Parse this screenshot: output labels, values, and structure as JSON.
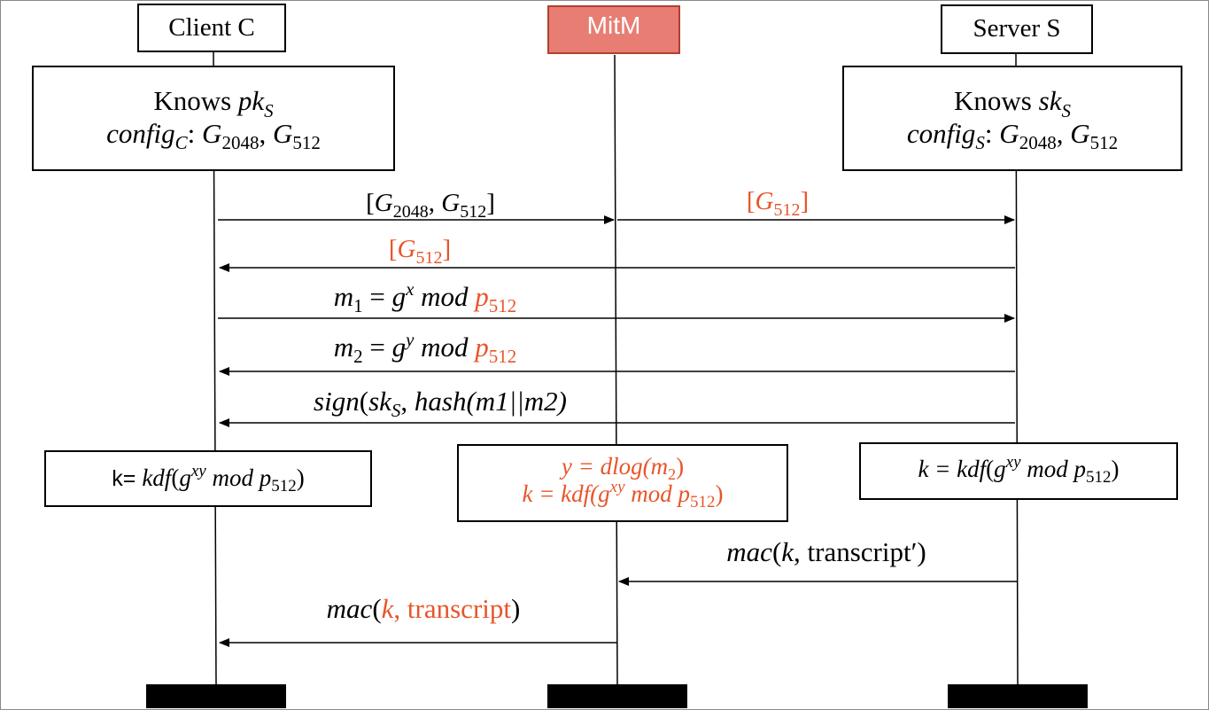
{
  "participants": {
    "client": {
      "label": "Client C"
    },
    "mitm": {
      "label": "MitM"
    },
    "server": {
      "label": "Server S"
    }
  },
  "client_box": {
    "line1_word": "Knows ",
    "line1_var": "pk",
    "line1_sub": "S",
    "line2_var": "config",
    "line2_sub": "C",
    "line2_colon": ": ",
    "g": "G",
    "g_sub_a": "2048",
    "comma": ", ",
    "g_sub_b": "512"
  },
  "server_box": {
    "line1_word": "Knows ",
    "line1_var": "sk",
    "line1_sub": "S",
    "line2_var": "config",
    "line2_sub": "S",
    "line2_colon": ": ",
    "g": "G",
    "g_sub_a": "2048",
    "comma": ", ",
    "g_sub_b": "512"
  },
  "messages": {
    "m1_open": "[",
    "m1_g": "G",
    "m1_sub_a": "2048",
    "m1_comma": ", ",
    "m1_sub_b": "512",
    "m1_close": "]",
    "m2_open": "[",
    "m2_g": "G",
    "m2_sub": "512",
    "m2_close": "]",
    "m3_open": "[",
    "m3_g": "G",
    "m3_sub": "512",
    "m3_close": "]",
    "m4_m": "m",
    "m4_m_sub": "1",
    "m4_eq": " = ",
    "m4_g": "g",
    "m4_exp": "x",
    "m4_mod": " mod ",
    "m4_p": "p",
    "m4_p_sub": "512",
    "m5_m": "m",
    "m5_m_sub": "2",
    "m5_eq": " = ",
    "m5_g": "g",
    "m5_exp": "y",
    "m5_mod": " mod ",
    "m5_p": "p",
    "m5_p_sub": "512",
    "m6_sign": "sign",
    "m6_open": "(",
    "m6_sk": "sk",
    "m6_sk_sub": "S",
    "m6_comma": ", ",
    "m6_hash": "hash",
    "m6_args": "(m1||m2)",
    "m7_mac": "mac",
    "m7_open": "(",
    "m7_k": "k",
    "m7_comma": ", ",
    "m7_transcript": "transcript′",
    "m7_close": ")",
    "m8_mac": "mac",
    "m8_open": "(",
    "m8_k": "k",
    "m8_comma": ", ",
    "m8_transcript": "transcript",
    "m8_close": ")"
  },
  "client_key": {
    "prefix": "k= ",
    "kdf": "kdf",
    "open": "(",
    "g": "g",
    "exp": "xy",
    "mod": " mod ",
    "p": "p",
    "p_sub": "512",
    "close": ")"
  },
  "mitm_key": {
    "line1_y": "y = dlog(m",
    "line1_sub": "2",
    "line1_close": ")",
    "line2_prefix": "k = kdf(",
    "g": "g",
    "exp": "xy",
    "mod": " mod ",
    "p": "p",
    "p_sub": "512",
    "close": ")"
  },
  "server_key": {
    "prefix": "k = ",
    "kdf": "kdf",
    "open": "(",
    "g": "g",
    "exp": "xy",
    "mod": " mod ",
    "p": "p",
    "p_sub": "512",
    "close": ")"
  },
  "colors": {
    "attack": "#e8552a",
    "mitm_fill": "#e87e73",
    "mitm_border": "#b0402f",
    "ink": "#000000"
  }
}
